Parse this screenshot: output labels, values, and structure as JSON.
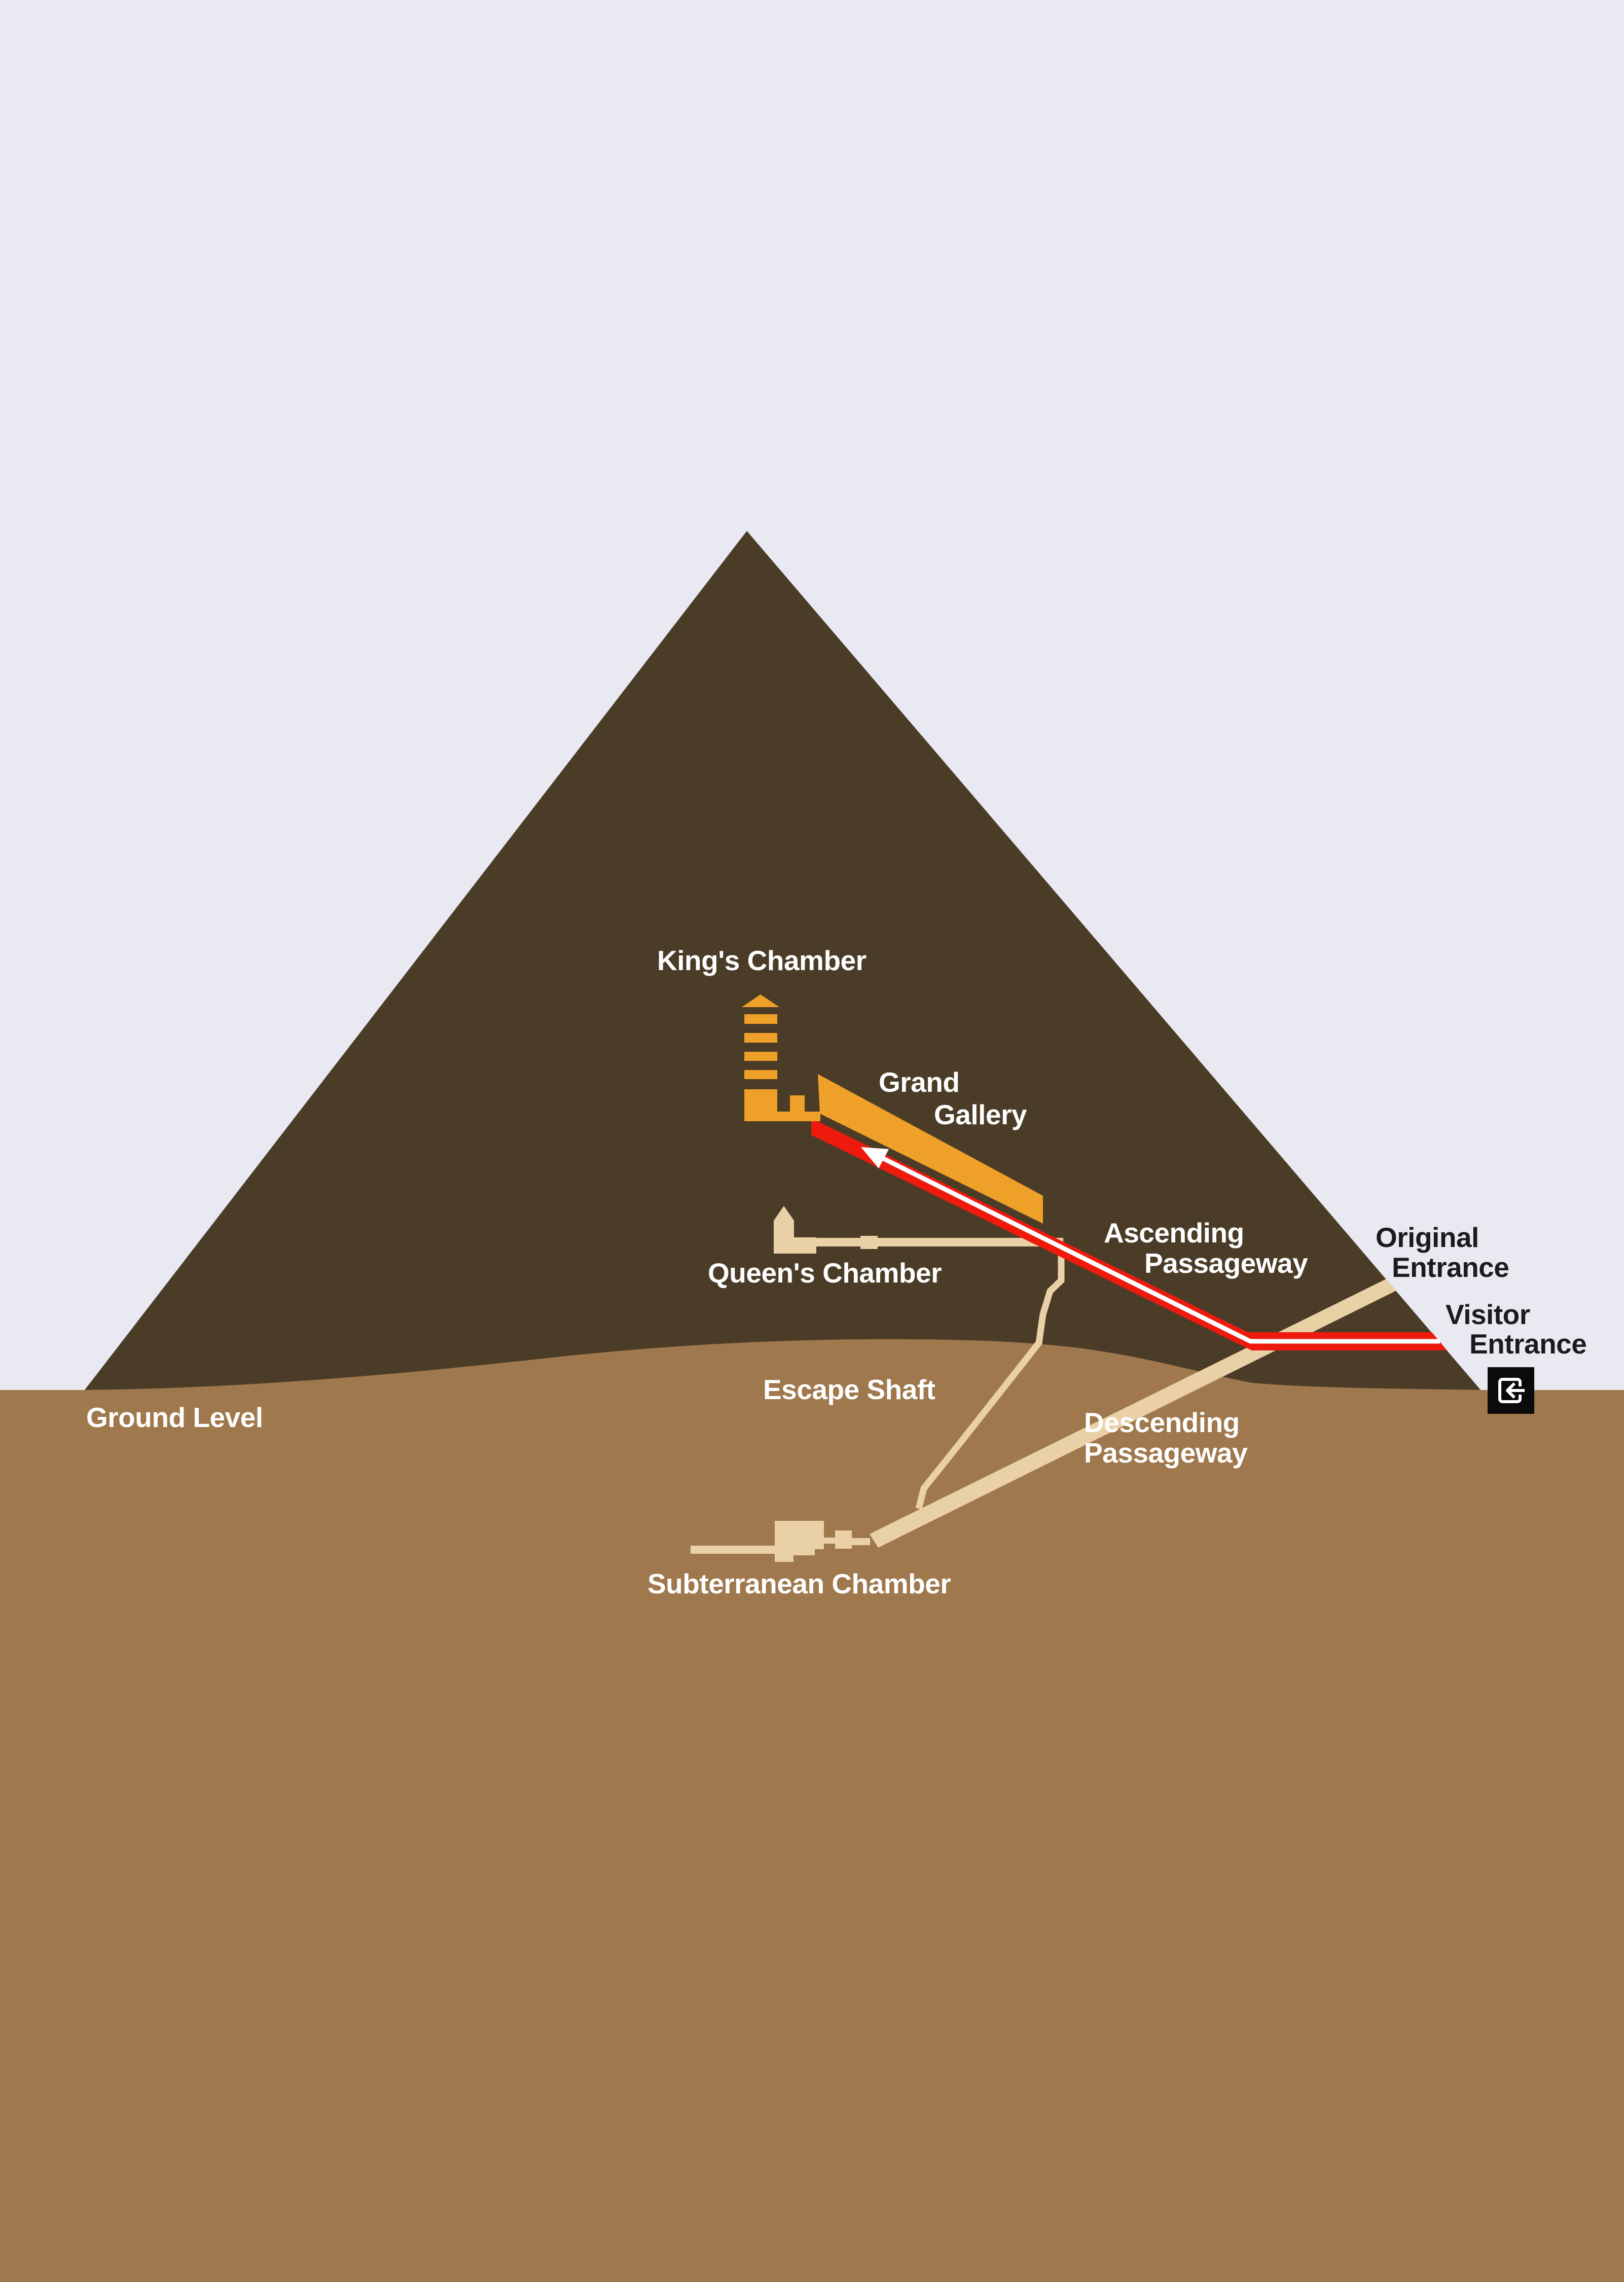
{
  "colors": {
    "sky": "#e9e9f2",
    "pyramid": "#4b3c28",
    "ground": "#9f784d",
    "passage": "#ead0a6",
    "gallery": "#efa028",
    "route": "#ee1a0e",
    "route_line": "#ffffff",
    "label_light": "#ffffff",
    "label_dark": "#1b1b1b",
    "icon_bg": "#0b0b0b"
  },
  "labels": {
    "kings_chamber": "King's Chamber",
    "grand_gallery": [
      "Grand",
      "Gallery"
    ],
    "queens_chamber": "Queen's Chamber",
    "ascending_passageway": [
      "Ascending",
      "Passageway"
    ],
    "original_entrance": [
      "Original",
      "Entrance"
    ],
    "visitor_entrance": [
      "Visitor",
      "Entrance"
    ],
    "ground_level": "Ground Level",
    "escape_shaft": "Escape Shaft",
    "descending_passageway": [
      "Descending",
      "Passageway"
    ],
    "subterranean_chamber": "Subterranean Chamber"
  },
  "icons": {
    "visitor_entrance": "enter-icon"
  }
}
